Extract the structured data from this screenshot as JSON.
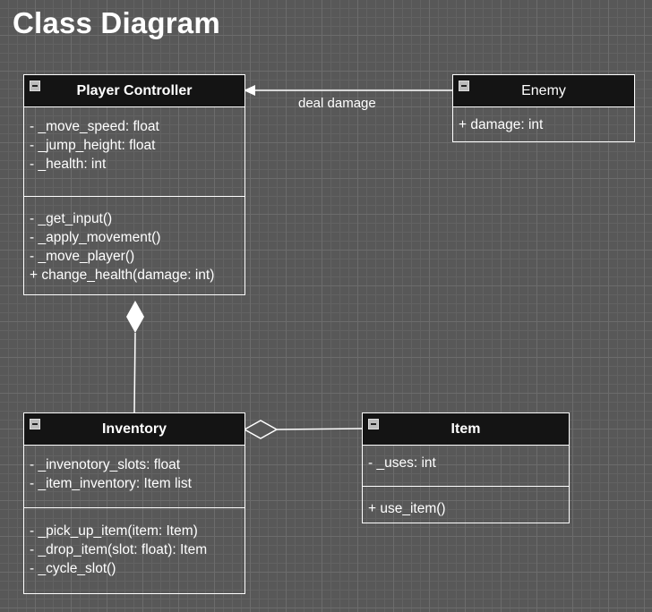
{
  "title": "Class Diagram",
  "classes": {
    "player_controller": {
      "name": "Player Controller",
      "attributes": [
        "- _move_speed: float",
        "- _jump_height: float",
        "- _health: int"
      ],
      "methods": [
        "- _get_input()",
        "- _apply_movement()",
        "- _move_player()",
        "+ change_health(damage: int)"
      ]
    },
    "enemy": {
      "name": "Enemy",
      "attributes": [
        "+ damage: int"
      ]
    },
    "inventory": {
      "name": "Inventory",
      "attributes": [
        "- _invenotory_slots: float",
        "- _item_inventory: Item list"
      ],
      "methods": [
        "- _pick_up_item(item: Item)",
        "- _drop_item(slot: float): Item",
        "- _cycle_slot()"
      ]
    },
    "item": {
      "name": "Item",
      "attributes": [
        "- _uses: int"
      ],
      "methods": [
        "+ use_item()"
      ]
    }
  },
  "edges": {
    "enemy_to_player": {
      "label": "deal damage",
      "type": "association"
    },
    "player_inventory": {
      "type": "composition"
    },
    "inventory_item": {
      "type": "aggregation"
    }
  }
}
